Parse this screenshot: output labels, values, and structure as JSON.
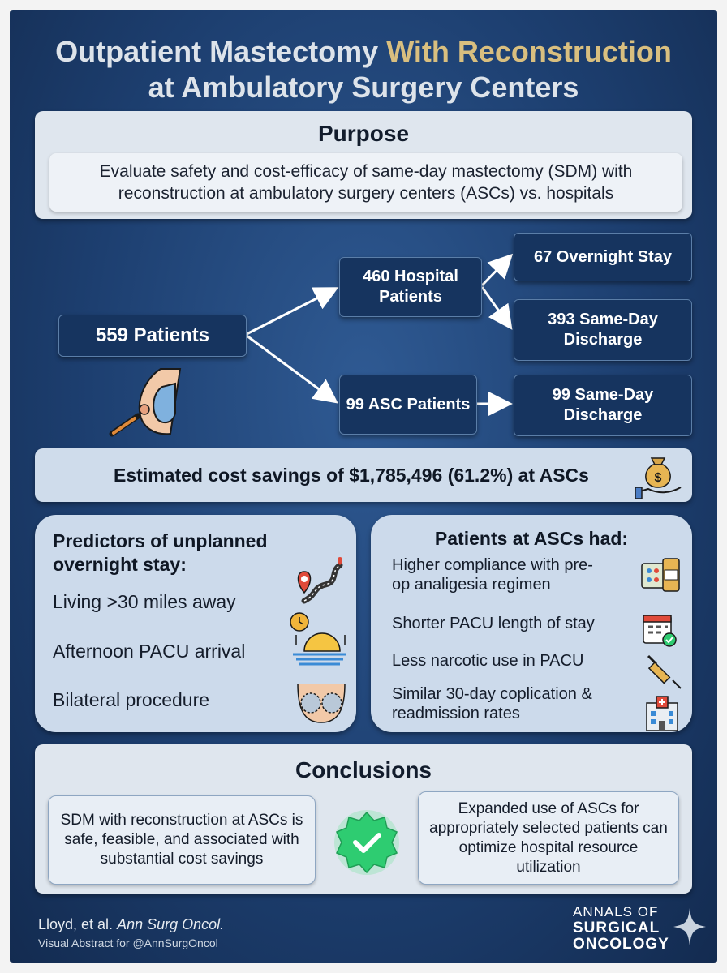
{
  "title": {
    "line1_plain": "Outpatient Mastectomy ",
    "line1_accent": "With Reconstruction",
    "line2": "at Ambulatory Surgery Centers"
  },
  "purpose": {
    "heading": "Purpose",
    "text": "Evaluate safety and cost-efficacy of same-day mastectomy (SDM) with reconstruction at ambulatory surgery centers (ASCs) vs. hospitals"
  },
  "flow": {
    "total": "559 Patients",
    "hospital": "460 Hospital Patients",
    "asc": "99 ASC Patients",
    "hospital_overnight": "67 Overnight Stay",
    "hospital_sameday": "393 Same-Day Discharge",
    "asc_sameday": "99 Same-Day Discharge"
  },
  "savings": {
    "text": "Estimated cost savings of $1,785,496 (61.2%) at ASCs"
  },
  "predictors": {
    "heading": "Predictors of unplanned overnight stay:",
    "items": [
      "Living >30 miles away",
      "Afternoon PACU arrival",
      "Bilateral procedure"
    ]
  },
  "asc_outcomes": {
    "heading": "Patients at ASCs had:",
    "items": [
      "Higher compliance with pre-op analigesia regimen",
      "Shorter PACU length of stay",
      "Less narcotic use in PACU",
      "Similar 30-day coplication & readmission rates"
    ]
  },
  "conclusions": {
    "heading": "Conclusions",
    "left": "SDM with reconstruction at ASCs is safe, feasible, and associated with substantial cost savings",
    "right": "Expanded use of ASCs for appropriately selected patients can optimize hospital resource utilization"
  },
  "footer": {
    "citation_authors": "Lloyd, et al. ",
    "citation_journal": "Ann Surg Oncol.",
    "credit": "Visual Abstract for @AnnSurgOncol"
  },
  "logo": {
    "line1": "ANNALS OF",
    "line2": "SURGICAL",
    "line3": "ONCOLOGY"
  },
  "colors": {
    "background": "#1d3f70",
    "accent_gold": "#d9bf7f",
    "node_fill": "#16345f",
    "check_green": "#2ecc71"
  },
  "icons": [
    "breast-exam-icon",
    "money-bag-icon",
    "map-route-icon",
    "sunset-clock-icon",
    "bilateral-breast-icon",
    "pill-pack-icon",
    "calendar-check-icon",
    "syringe-icon",
    "hospital-icon",
    "check-badge-icon",
    "star-sparkle-icon"
  ]
}
